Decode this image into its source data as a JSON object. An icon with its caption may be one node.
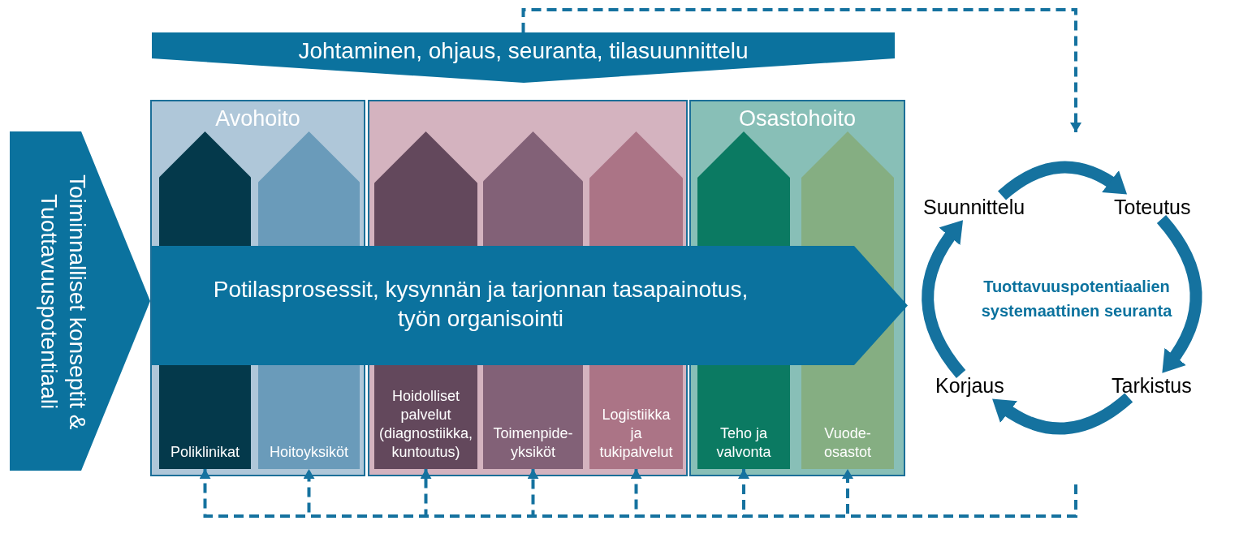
{
  "diagram": {
    "nodes": [
      {
        "text": [
          "Johtaminen, ohjaus, seuranta, tilasuunnittelu"
        ]
      },
      {
        "text": [
          "Toiminnalliset konseptit & Tuottavuuspotentiaali"
        ]
      },
      {
        "text": [
          "Avohoito"
        ]
      },
      {
        "text": [
          "Poliklinikat"
        ],
        "in": 2
      },
      {
        "text": [
          "Hoitoyksiköt"
        ],
        "in": 2
      },
      {
        "text": [],
        "shape": "box"
      },
      {
        "text": [
          "Hoidolliset palvelut (diagnostiikka, kuntoutus)"
        ],
        "in": 5
      },
      {
        "text": [
          "Toimenpide- yksiköt"
        ],
        "in": 5
      },
      {
        "text": [
          "Logistiikka ja tukipalvelut"
        ],
        "in": 5
      },
      {
        "text": [
          "Osastohoito"
        ]
      },
      {
        "text": [
          "Teho ja valvonta"
        ],
        "in": 9
      },
      {
        "text": [
          "Vuode- osastot"
        ],
        "in": 9
      },
      {
        "text": [
          "Potilasprosessit, kysynnän ja tarjonnan tasapainotus, työn organisointi"
        ]
      },
      {
        "text": [
          "Suunnittelu"
        ]
      },
      {
        "text": [
          "Toteutus"
        ]
      },
      {
        "text": [
          "Tarkistus"
        ]
      },
      {
        "text": [
          "Korjaus"
        ]
      }
    ],
    "edges": [
      {
        "from": 0,
        "to": null,
        "arrow": "to",
        "style": "dashed"
      },
      {
        "from": 13,
        "to": 14,
        "arrow": "to",
        "style": "thick"
      },
      {
        "from": 14,
        "to": 15,
        "arrow": "to",
        "style": "thick"
      },
      {
        "from": 15,
        "to": 16,
        "arrow": "to",
        "style": "thick"
      },
      {
        "from": 16,
        "to": 13,
        "arrow": "to",
        "style": "thick"
      },
      {
        "from": null,
        "to": 3,
        "arrow": "to",
        "style": "dashed"
      },
      {
        "from": null,
        "to": 4,
        "arrow": "to",
        "style": "dashed"
      },
      {
        "from": null,
        "to": 6,
        "arrow": "to",
        "style": "dashed"
      },
      {
        "from": null,
        "to": 7,
        "arrow": "to",
        "style": "dashed"
      },
      {
        "from": null,
        "to": 8,
        "arrow": "to",
        "style": "dashed"
      },
      {
        "from": null,
        "to": 10,
        "arrow": "to",
        "style": "dashed"
      },
      {
        "from": null,
        "to": 11,
        "arrow": "to",
        "style": "dashed"
      }
    ],
    "labels": [
      "Tuottavuuspotentiaalien systemaattinen seuranta"
    ]
  }
}
